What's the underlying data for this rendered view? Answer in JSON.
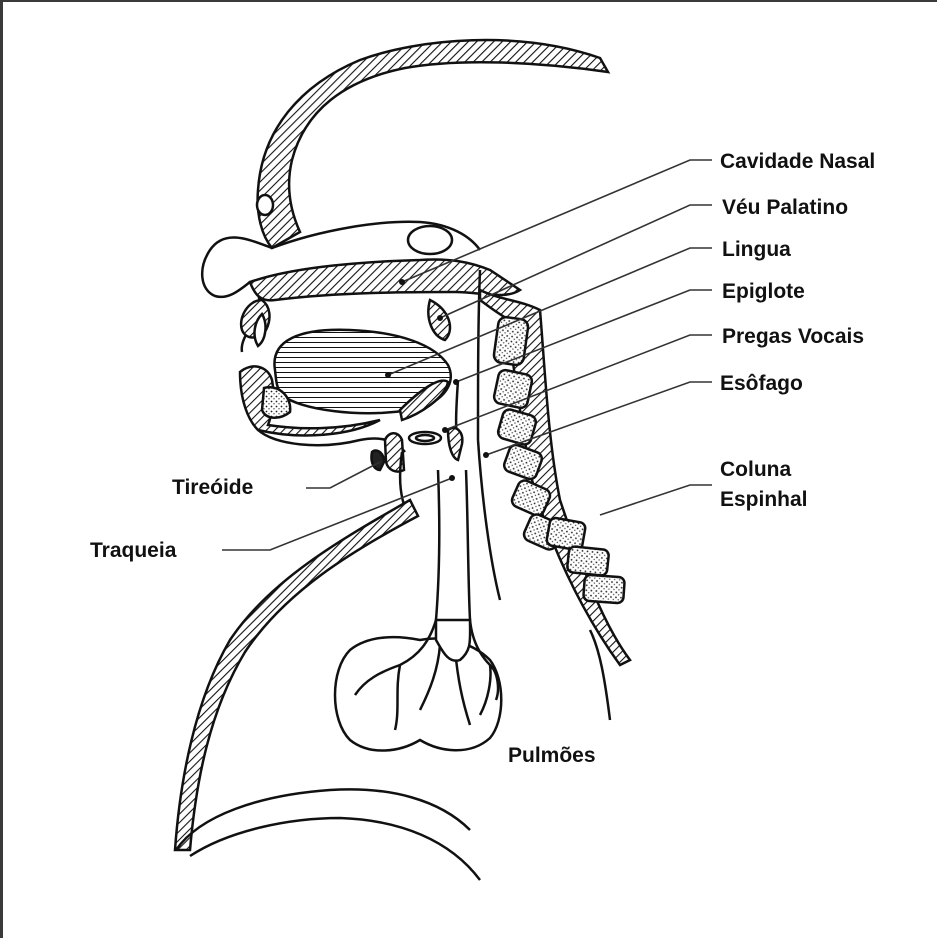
{
  "diagram": {
    "labels": {
      "cavidade_nasal": "Cavidade Nasal",
      "veu_palatino": "Véu Palatino",
      "lingua": "Lingua",
      "epiglote": "Epiglote",
      "pregas_vocais": "Pregas Vocais",
      "esofago": "Esôfago",
      "coluna_line1": "Coluna",
      "coluna_line2": "Espinhal",
      "tireoide": "Tireóide",
      "traqueia": "Traqueia",
      "pulmoes": "Pulmões"
    }
  }
}
